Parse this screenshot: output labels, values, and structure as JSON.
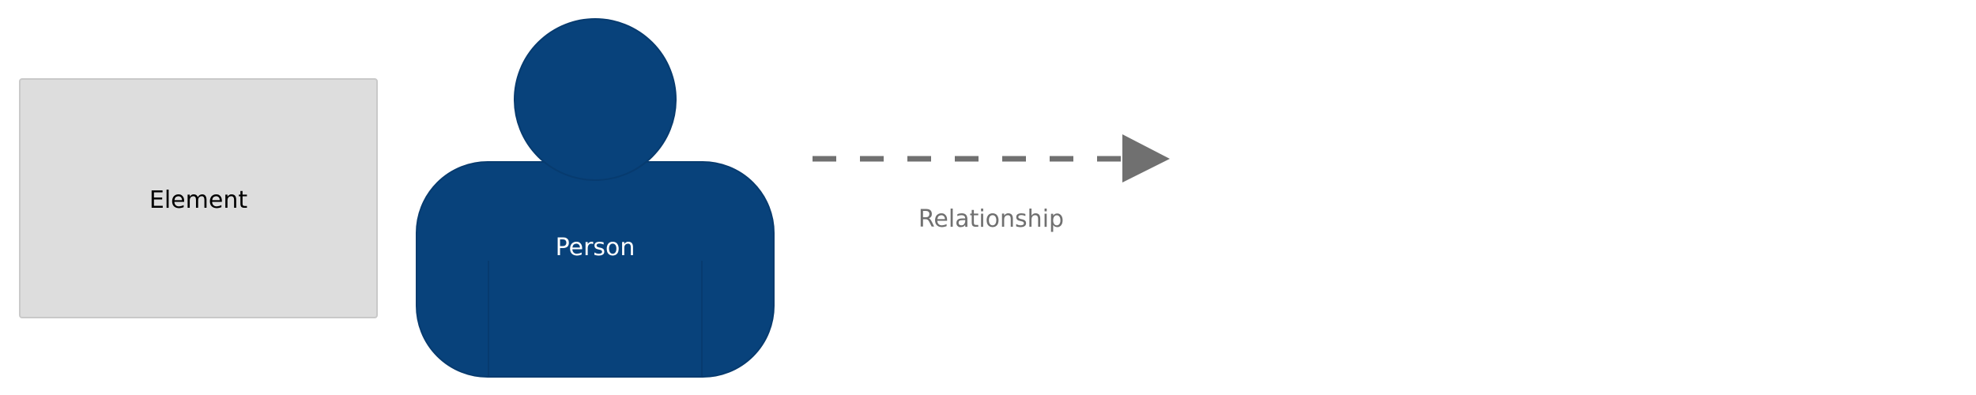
{
  "diagram": {
    "element": {
      "label": "Element",
      "fill": "#dddddd",
      "stroke": "#c9c9c9",
      "text_color": "#000000"
    },
    "person": {
      "label": "Person",
      "fill": "#08427b",
      "stroke": "#073b6f",
      "text_color": "#ffffff"
    },
    "relationship": {
      "label": "Relationship",
      "line_style": "dashed",
      "color": "#707070"
    }
  }
}
